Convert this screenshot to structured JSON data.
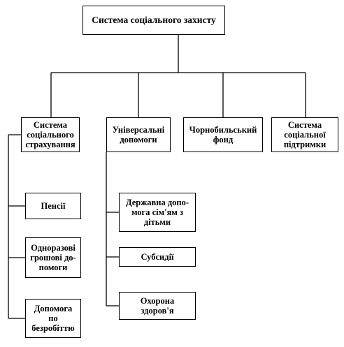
{
  "diagram": {
    "root": "Система соціального захисту",
    "categories": [
      "Система\nсоціального\nстрахування",
      "Універсальні\nдопомоги",
      "Чорнобильський\nфонд",
      "Система\nсоціальної\nпідтримки"
    ],
    "insurance_items": [
      "Пенсії",
      "Одноразові\nгрошові до-\nпомоги",
      "Допомога\nпо\nбезробіттю"
    ],
    "universal_items": [
      "Державна допо-\nмога сім'ям з\nдітьми",
      "Субсидії",
      "Охорона\nздоров'я"
    ]
  }
}
